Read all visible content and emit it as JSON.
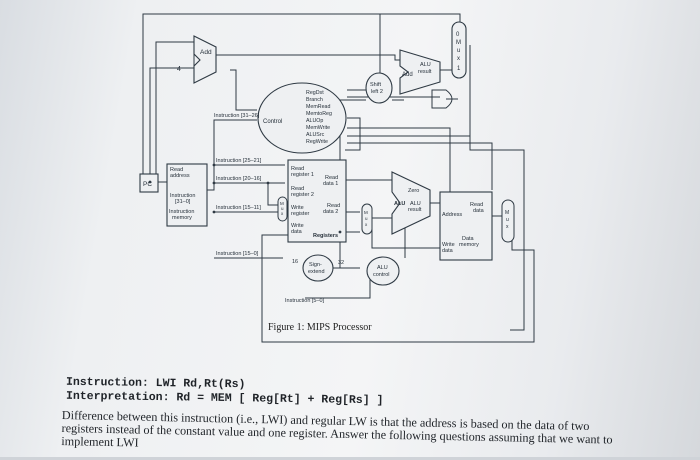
{
  "diagram": {
    "labels": {
      "add_top": "Add",
      "four": "4",
      "add_alu": "Add",
      "alu_result_top": "ALU\nresult",
      "shift_left": "Shift\nleft 2",
      "pc": "PC",
      "read_address": "Read\naddress",
      "instruction_word": "Instruction\n[31–0]",
      "instruction_memory": "Instruction\nmemory",
      "instr_31_26": "Instruction [31–26]",
      "instr_25_21": "Instruction [25–21]",
      "instr_20_16": "Instruction [20–16]",
      "instr_15_11": "Instruction [15–11]",
      "instr_15_0": "Instruction [15–0]",
      "instr_5_0": "Instruction [5–0]",
      "control": "Control",
      "control_signals": [
        "RegDst",
        "Branch",
        "MemRead",
        "MemtoReg",
        "ALUOp",
        "MemWrite",
        "ALUSrc",
        "RegWrite"
      ],
      "read_reg1": "Read\nregister 1",
      "read_reg2": "Read\nregister 2",
      "write_register": "Write\nregister",
      "write_data_reg": "Write\ndata",
      "read_data1": "Read\ndata 1",
      "read_data2": "Read\ndata 2",
      "registers": "Registers",
      "sign_extend": "Sign-\nextend",
      "bits16": "16",
      "bits32": "32",
      "alu_control": "ALU\ncontrol",
      "zero": "Zero",
      "alu": "ALU",
      "alu_result": "ALU\nresult",
      "mem_address": "Address",
      "mem_read_data": "Read\ndata",
      "mem_write_data": "Write\ndata",
      "data_memory": "Data\nmemory",
      "mux": "M\nu\nx",
      "zero_input": "0",
      "one_input": "1"
    }
  },
  "caption": "Figure 1: MIPS Processor",
  "question": {
    "instruction_line": "Instruction: LWI Rd,Rt(Rs)",
    "interpretation_line": "Interpretation: Rd = MEM [ Reg[Rt] + Reg[Rs] ]",
    "paragraph": "Difference between this instruction (i.e., LWI) and regular LW is that the address is based on the data of two registers instead of the constant value and one register. Answer the following questions assuming that we want to implement LWI"
  }
}
